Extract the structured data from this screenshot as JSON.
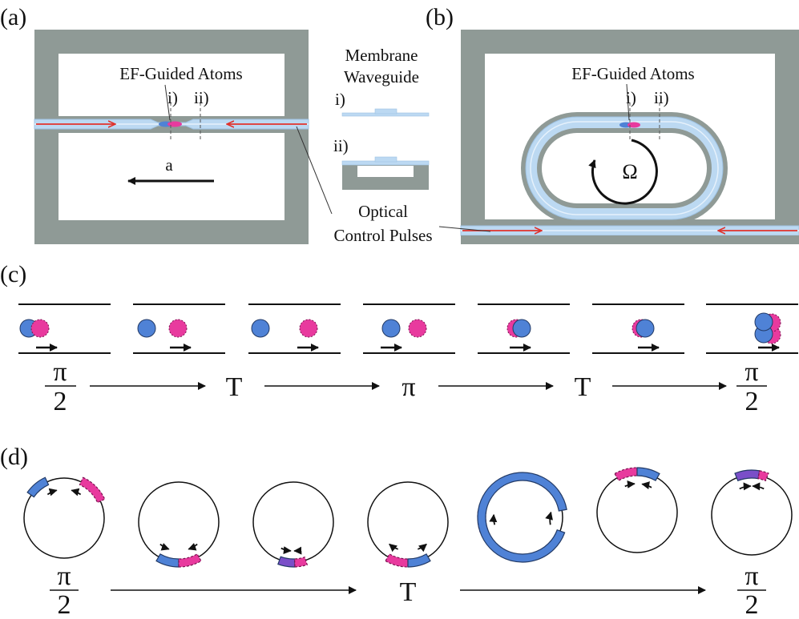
{
  "panels": {
    "a": {
      "label": "(a)",
      "atoms_label": "EF-Guided Atoms",
      "marker_i": "i)",
      "marker_ii": "ii)",
      "accel_label": "a"
    },
    "b": {
      "label": "(b)",
      "atoms_label": "EF-Guided Atoms",
      "marker_i": "i)",
      "marker_ii": "ii)",
      "rotation_label": "Ω"
    },
    "cross_section": {
      "title_line1": "Membrane",
      "title_line2": "Waveguide",
      "marker_i": "i)",
      "marker_ii": "ii)"
    },
    "shared": {
      "pulses_line1": "Optical",
      "pulses_line2": "Control Pulses"
    },
    "c": {
      "label": "(c)",
      "sequence": {
        "pi_num": "π",
        "pi_den": "2",
        "t1": "T",
        "pi": "π",
        "t2": "T"
      }
    },
    "d": {
      "label": "(d)",
      "sequence": {
        "pi_num": "π",
        "pi_den": "2",
        "t1": "T"
      }
    }
  },
  "colors": {
    "frame": "#8f9a96",
    "waveguide": "#bcd9f2",
    "waveguide_edge": "#9fc3e3",
    "pulse": "#e0302a",
    "atom_blue": "#4f82d6",
    "atom_pink": "#e83a9e",
    "atom_mix": "#7a4fc8"
  }
}
